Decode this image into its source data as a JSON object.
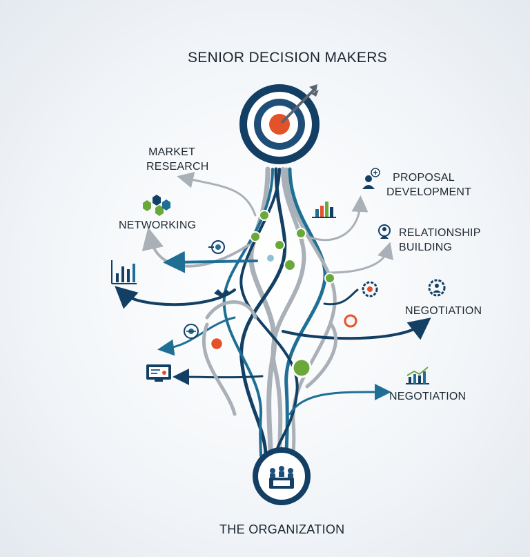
{
  "header": {
    "title": "SENIOR DECISION MAKERS"
  },
  "footer": {
    "title": "THE ORGANIZATION"
  },
  "labels": {
    "market_research": [
      "MARKET",
      "RESEARCH"
    ],
    "networking": "NETWORKING",
    "proposal_development": [
      "PROPOSAL",
      "DEVELOPMENT"
    ],
    "relationship_building": [
      "RELATIONSHIP",
      "BUILDING"
    ],
    "negotiation_upper": "NEGOTIATION",
    "negotiation_lower": "NEGOTIATION"
  },
  "icons": {
    "target": "target-with-arrow-icon",
    "organization": "team-meeting-icon",
    "networking": "hexagon-network-icon",
    "bar_chart_left": "bar-chart-icon",
    "bar_chart_center": "colored-bar-chart-icon",
    "proposal": "person-with-plus-icon",
    "relationship": "person-badge-icon",
    "negotiation_upper": "person-gear-icon",
    "negotiation_lower": "growth-chart-icon",
    "monitor": "monitor-icon"
  },
  "colors": {
    "navy": "#123f63",
    "teal": "#1f6f95",
    "gray": "#a9b0b7",
    "green": "#6aa83a",
    "orange": "#e4522a"
  }
}
